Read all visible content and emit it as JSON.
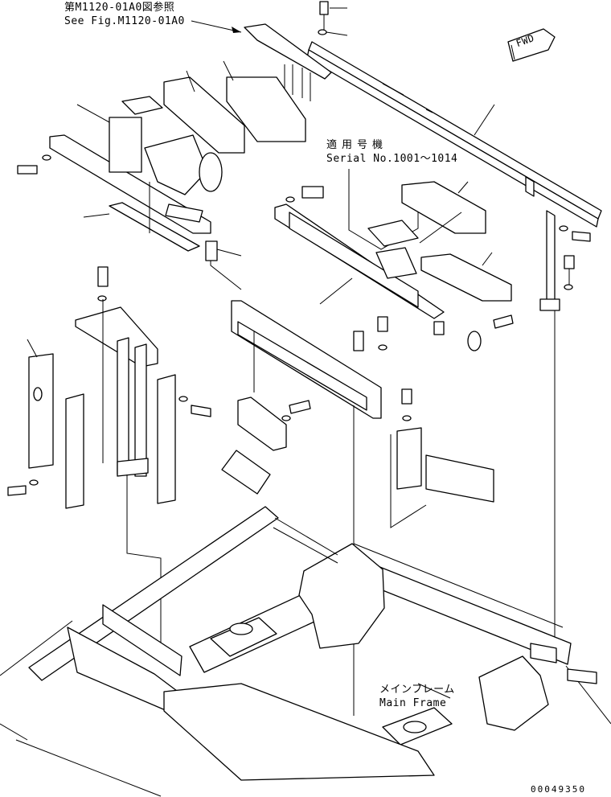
{
  "notes": {
    "reference_jp": "第M1120-01A0図参照",
    "reference_en": "See Fig.M1120-01A0",
    "serial_jp": "適用号機",
    "serial_en": "Serial No.1001～1014",
    "main_frame_jp": "メインフレーム",
    "main_frame_en": "Main Frame",
    "fwd_mark": "FWD",
    "drawing_number": "00049350"
  }
}
